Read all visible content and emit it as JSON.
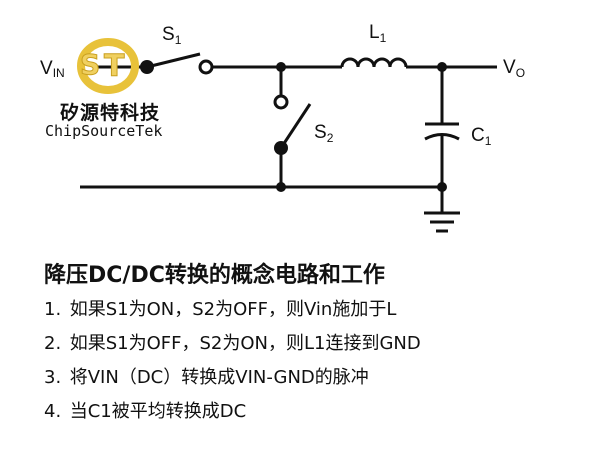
{
  "circuit": {
    "vin_main": "V",
    "vin_sub": "IN",
    "vo_main": "V",
    "vo_sub": "O",
    "s1_main": "S",
    "s1_sub": "1",
    "s2_main": "S",
    "s2_sub": "2",
    "l1_main": "L",
    "l1_sub": "1",
    "c1_main": "C",
    "c1_sub": "1"
  },
  "logo": {
    "cn": "矽源特科技",
    "en": "ChipSourceTek",
    "colors": {
      "ring": "#e8c23a",
      "letters": "#f0d060"
    }
  },
  "title": "降压DC/DC转换的概念电路和工作",
  "steps": [
    {
      "num": "1.",
      "text": "如果S1为ON，S2为OFF，则Vin施加于L"
    },
    {
      "num": "2.",
      "text": "如果S1为OFF，S2为ON，则L1连接到GND"
    },
    {
      "num": "3.",
      "text": "将VIN（DC）转换成VIN-GND的脉冲"
    },
    {
      "num": "4.",
      "text": "当C1被平均转换成DC"
    }
  ]
}
